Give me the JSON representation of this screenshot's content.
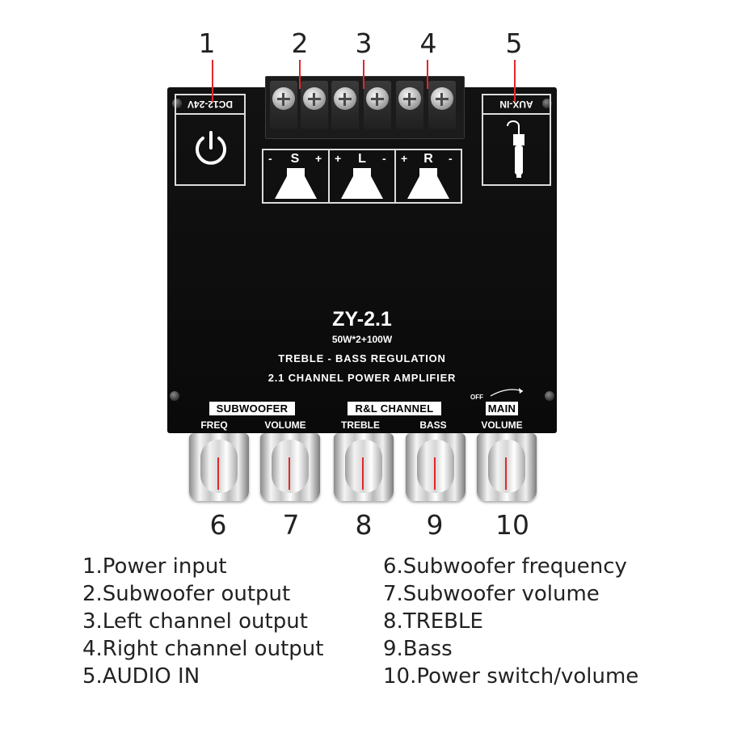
{
  "callouts": {
    "top": [
      "1",
      "2",
      "3",
      "4",
      "5"
    ],
    "bottom": [
      "6",
      "7",
      "8",
      "9",
      "10"
    ]
  },
  "board": {
    "model": "ZY-2.1",
    "power_rating": "50W*2+100W",
    "feature_line": "TREBLE -  BASS REGULATION",
    "description": "2.1 CHANNEL POWER AMPLIFIER",
    "power_label": "DC12-24V",
    "aux_label": "AUX-IN",
    "outputs": [
      {
        "letter": "S",
        "left_sign": "-",
        "right_sign": "+"
      },
      {
        "letter": "L",
        "left_sign": "+",
        "right_sign": "-"
      },
      {
        "letter": "R",
        "left_sign": "+",
        "right_sign": "-"
      }
    ],
    "knob_groups": {
      "subwoofer": "SUBWOOFER",
      "rl_channel": "R&L CHANNEL",
      "main": "MAIN",
      "off_label": "OFF"
    },
    "knob_labels": [
      "FREQ",
      "VOLUME",
      "TREBLE",
      "BASS",
      "VOLUME"
    ]
  },
  "legend": {
    "left": [
      "1.Power input",
      "2.Subwoofer output",
      "3.Left channel output",
      "4.Right channel output",
      "5.AUDIO IN"
    ],
    "right": [
      "6.Subwoofer frequency",
      "7.Subwoofer volume",
      "8.TREBLE",
      "9.Bass",
      "10.Power switch/volume"
    ]
  },
  "colors": {
    "callout_line": "#e0282c",
    "board": "#0d0d0d",
    "label_text": "#ffffff"
  }
}
